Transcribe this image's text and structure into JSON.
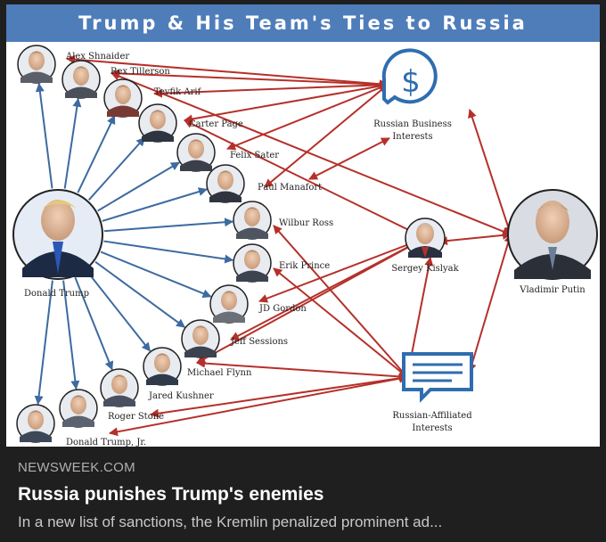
{
  "infographic": {
    "title": "Trump & His Team's Ties to Russia",
    "colors": {
      "banner": "#4f7dba",
      "trump_links": "#3d6aa0",
      "russia_links": "#b5302a",
      "icon": "#2f6db0"
    },
    "hubs": {
      "trump": "Donald Trump",
      "putin": "Vladimir Putin",
      "business": "Russian Business Interests",
      "kislyak": "Sergey Kislyak",
      "affiliated": "Russian-Affiliated Interests"
    },
    "associates": [
      "Alex Shnaider",
      "Rex Tillerson",
      "Tevfik Arif",
      "Carter Page",
      "Felix Sater",
      "Paul Manafort",
      "Wilbur Ross",
      "Erik Prince",
      "JD Gordon",
      "Jeff Sessions",
      "Michael Flynn",
      "Jared Kushner",
      "Roger Stone",
      "Donald Trump, Jr."
    ],
    "icons": {
      "business": "dollar-speech-bubble-icon",
      "affiliated": "document-speech-bubble-icon"
    }
  },
  "footer": {
    "source": "NEWSWEEK.COM",
    "headline": "Russia punishes Trump's enemies",
    "description": "In a new list of sanctions, the Kremlin penalized prominent ad..."
  }
}
